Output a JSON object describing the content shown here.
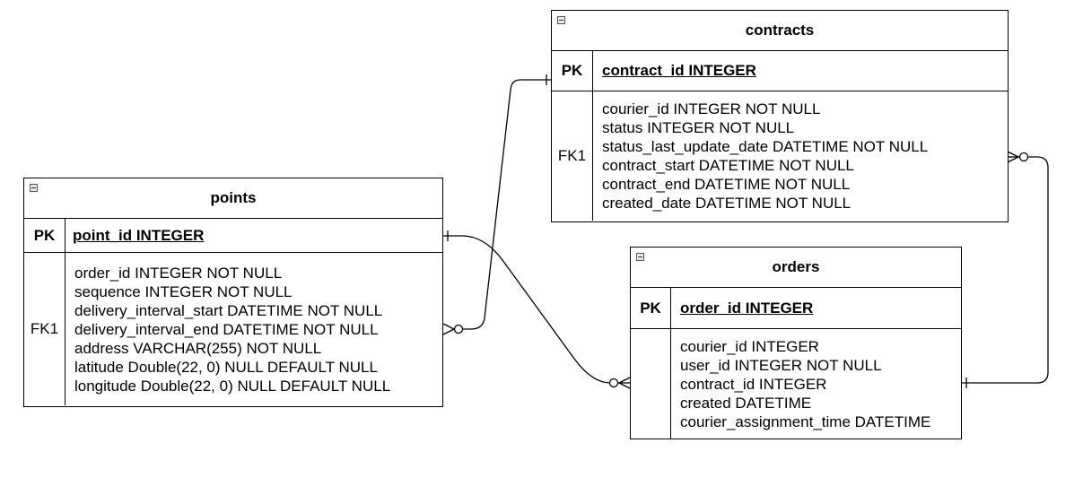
{
  "entities": {
    "points": {
      "title": "points",
      "pk_label": "PK",
      "pk_field": "point_id INTEGER",
      "fk_label": "FK1",
      "fields": [
        "order_id INTEGER NOT NULL",
        "sequence INTEGER NOT NULL",
        "delivery_interval_start DATETIME NOT NULL",
        "delivery_interval_end DATETIME NOT NULL",
        "address VARCHAR(255) NOT NULL",
        "latitude Double(22, 0) NULL DEFAULT NULL",
        "longitude Double(22, 0) NULL DEFAULT NULL"
      ]
    },
    "contracts": {
      "title": "contracts",
      "pk_label": "PK",
      "pk_field": "contract_id INTEGER",
      "fk_label": "FK1",
      "fields": [
        "courier_id INTEGER NOT NULL",
        "status INTEGER NOT NULL",
        "status_last_update_date DATETIME NOT NULL",
        "contract_start DATETIME NOT NULL",
        "contract_end DATETIME NOT NULL",
        "created_date DATETIME NOT NULL"
      ]
    },
    "orders": {
      "title": "orders",
      "pk_label": "PK",
      "pk_field": "order_id INTEGER",
      "fk_label": "",
      "fields": [
        "courier_id INTEGER",
        "user_id INTEGER NOT NULL",
        "contract_id INTEGER",
        "created DATETIME",
        "courier_assignment_time DATETIME"
      ]
    }
  },
  "relationships": [
    {
      "from": "contracts.contract_id",
      "to": "points",
      "from_cardinality": "one",
      "to_cardinality": "zero-or-many"
    },
    {
      "from": "points.point_id",
      "to": "orders",
      "from_cardinality": "one",
      "to_cardinality": "zero-or-many"
    },
    {
      "from": "orders",
      "to": "contracts",
      "from_cardinality": "one",
      "to_cardinality": "zero-or-many"
    }
  ],
  "colors": {
    "line": "#000000",
    "background": "#ffffff"
  }
}
